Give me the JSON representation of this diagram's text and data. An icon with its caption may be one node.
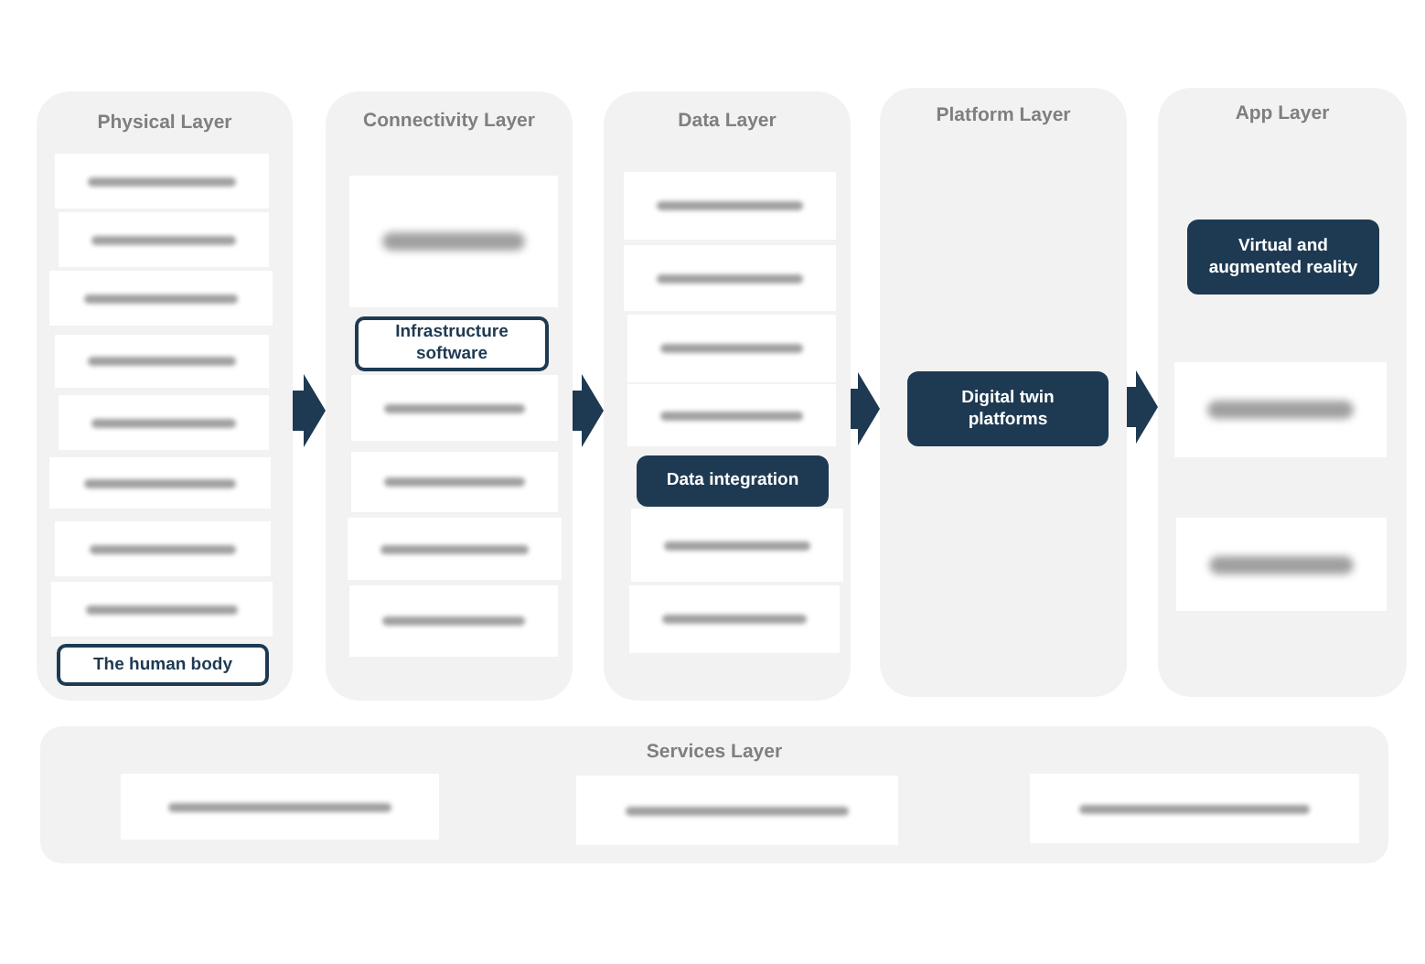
{
  "diagram": {
    "nodes": [
      {
        "text": [
          "Physical Layer"
        ]
      },
      {
        "text": [],
        "shape": "box",
        "in": 0
      },
      {
        "text": [],
        "shape": "box",
        "in": 0
      },
      {
        "text": [],
        "shape": "box",
        "in": 0
      },
      {
        "text": [],
        "shape": "box",
        "in": 0
      },
      {
        "text": [],
        "shape": "box",
        "in": 0
      },
      {
        "text": [],
        "shape": "box",
        "in": 0
      },
      {
        "text": [],
        "shape": "box",
        "in": 0
      },
      {
        "text": [],
        "shape": "box",
        "in": 0
      },
      {
        "text": [
          "The human body"
        ],
        "in": 0
      },
      {
        "text": [
          "Connectivity Layer"
        ]
      },
      {
        "text": [],
        "shape": "box",
        "in": 10
      },
      {
        "text": [
          "Infrastructure software"
        ],
        "in": 10
      },
      {
        "text": [],
        "shape": "box",
        "in": 10
      },
      {
        "text": [],
        "shape": "box",
        "in": 10
      },
      {
        "text": [],
        "shape": "box",
        "in": 10
      },
      {
        "text": [],
        "shape": "box",
        "in": 10
      },
      {
        "text": [
          "Data Layer"
        ]
      },
      {
        "text": [],
        "shape": "box",
        "in": 17
      },
      {
        "text": [],
        "shape": "box",
        "in": 17
      },
      {
        "text": [],
        "shape": "box",
        "in": 17
      },
      {
        "text": [],
        "shape": "box",
        "in": 17
      },
      {
        "text": [
          "Data integration"
        ],
        "in": 17
      },
      {
        "text": [],
        "shape": "box",
        "in": 17
      },
      {
        "text": [],
        "shape": "box",
        "in": 17
      },
      {
        "text": [
          "Platform Layer"
        ]
      },
      {
        "text": [
          "Digital twin platforms"
        ],
        "in": 25
      },
      {
        "text": [
          "App Layer"
        ]
      },
      {
        "text": [
          "Virtual and augmented reality"
        ],
        "in": 27
      },
      {
        "text": [],
        "shape": "box",
        "in": 27
      },
      {
        "text": [],
        "shape": "box",
        "in": 27
      },
      {
        "text": [
          "Services Layer"
        ]
      },
      {
        "text": [],
        "shape": "box",
        "in": 31
      },
      {
        "text": [],
        "shape": "box",
        "in": 31
      },
      {
        "text": [],
        "shape": "box",
        "in": 31
      }
    ],
    "edges": [
      {
        "from": 0,
        "to": 10,
        "arrow": "to"
      },
      {
        "from": 10,
        "to": 17,
        "arrow": "to"
      },
      {
        "from": 17,
        "to": 25,
        "arrow": "to"
      },
      {
        "from": 25,
        "to": 27,
        "arrow": "to"
      }
    ]
  }
}
